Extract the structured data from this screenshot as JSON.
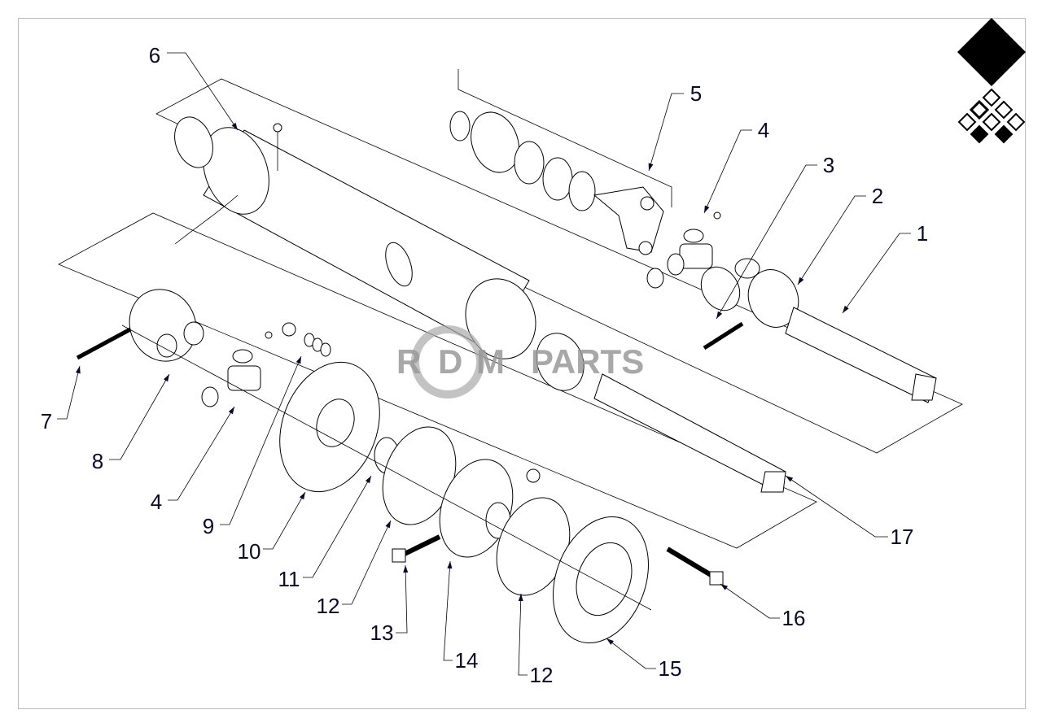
{
  "title": "PTO drive shaft exploded parts diagram",
  "watermark": {
    "text_left": "R",
    "text_mid": "D",
    "text_m": "M",
    "text_right": "PARTS",
    "full": "RDM PARTS"
  },
  "logo": "diamond-logo",
  "callouts": [
    "6",
    "5",
    "4",
    "3",
    "2",
    "1",
    "7",
    "8",
    "4",
    "9",
    "10",
    "11",
    "12",
    "13",
    "14",
    "12",
    "15",
    "16",
    "17"
  ]
}
